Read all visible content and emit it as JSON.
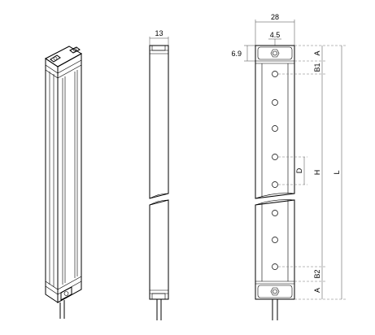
{
  "dimensions": {
    "thickness": "13",
    "width": "28",
    "hole_offset": "4.5",
    "cap_height": "6.9",
    "end_length_top": "A",
    "end_length_bottom": "A",
    "first_beam": "B1",
    "last_beam": "B2",
    "beam_pitch": "D",
    "protective_height": "H",
    "total_length": "L"
  },
  "icons": [
    "iso-view",
    "side-view",
    "front-view"
  ]
}
